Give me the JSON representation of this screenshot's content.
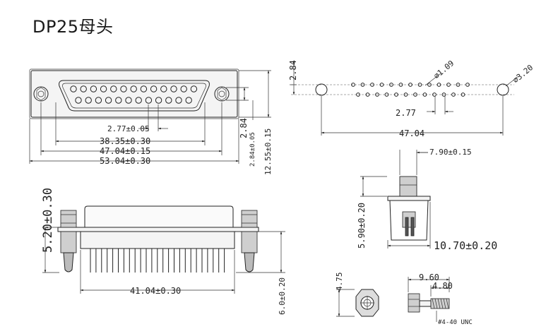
{
  "title": "DP25母头",
  "front_view": {
    "pitch": "2.77±0.05",
    "row_span": "38.35±0.30",
    "hole_span": "47.04±0.15",
    "overall_width": "53.04±0.30",
    "row_offset": "2.84",
    "row_offset_tol": "2.84±0.05",
    "overall_height": "12.55±0.15"
  },
  "footprint": {
    "row_offset": "2.84",
    "pin_hole_dia": "⌀1.09",
    "mount_hole_dia": "⌀3.20",
    "pitch": "2.77",
    "hole_span": "47.04"
  },
  "side_small": {
    "width": "7.90±0.15",
    "height": "5.90±0.20",
    "depth": "10.70±0.20"
  },
  "bottom_view": {
    "standoff_height": "5.20±0.30",
    "pin_span": "41.04±0.30",
    "pin_length": "6.0±0.20"
  },
  "screw": {
    "hex": "4.75",
    "length": "9.60",
    "thread_len": "4.80",
    "thread": "#4-40 UNC"
  }
}
